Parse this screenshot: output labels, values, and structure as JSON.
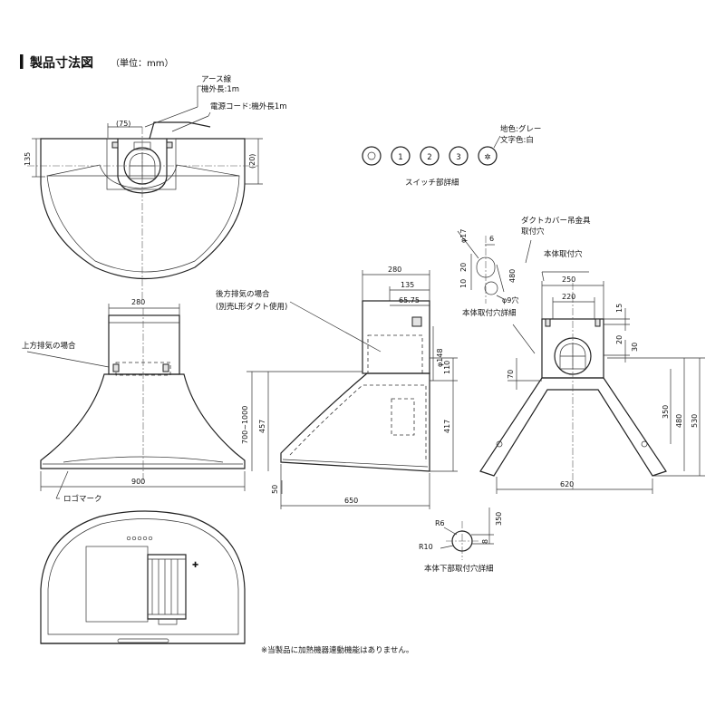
{
  "title": "製品寸法図",
  "unit": "（単位：mm）",
  "labels": {
    "earth_wire": "アース線",
    "earth_wire_len": "機外長:1m",
    "power_cord": "電源コード:機外長1m",
    "ground_color": "地色:グレー",
    "text_color": "文字色:白",
    "switch_detail": "スイッチ部詳細",
    "duct_hanger": "ダクトカバー吊金具",
    "duct_hanger2": "取付穴",
    "body_hole": "本体取付穴",
    "body_hole_detail": "本体取付穴詳細",
    "rear_exhaust": "後方排気の場合",
    "rear_exhaust_note": "(別売L形ダクト使用)",
    "top_exhaust": "上方排気の場合",
    "logo_mark": "ロゴマーク",
    "bottom_hole_detail": "本体下部取付穴詳細",
    "note": "※当製品に加熱機器連動機能はありません。"
  },
  "switch_labels": [
    "1",
    "2",
    "3"
  ],
  "dims": {
    "d75": "(75)",
    "d135": "135",
    "d20p": "(20)",
    "top_280": "280",
    "front_900": "900",
    "side_280": "280",
    "side_135": "135",
    "side_65_75": "65.75",
    "side_110": "110",
    "side_148": "φ148",
    "side_700_1000": "700~1000",
    "side_457": "457",
    "side_417": "417",
    "side_50": "50",
    "side_650": "650",
    "h_17": "φ17",
    "h_6": "6",
    "h_20": "20",
    "h_10": "10",
    "h_480": "480",
    "h_9": "φ9穴",
    "r_250": "250",
    "r_220": "220",
    "r_15": "15",
    "r_20": "20",
    "r_30": "30",
    "r_70": "70",
    "r_350": "350",
    "r_480": "480",
    "r_530": "530",
    "r_620": "620",
    "b_r6": "R6",
    "b_r10": "R10",
    "b_350": "350",
    "b_8": "8"
  }
}
